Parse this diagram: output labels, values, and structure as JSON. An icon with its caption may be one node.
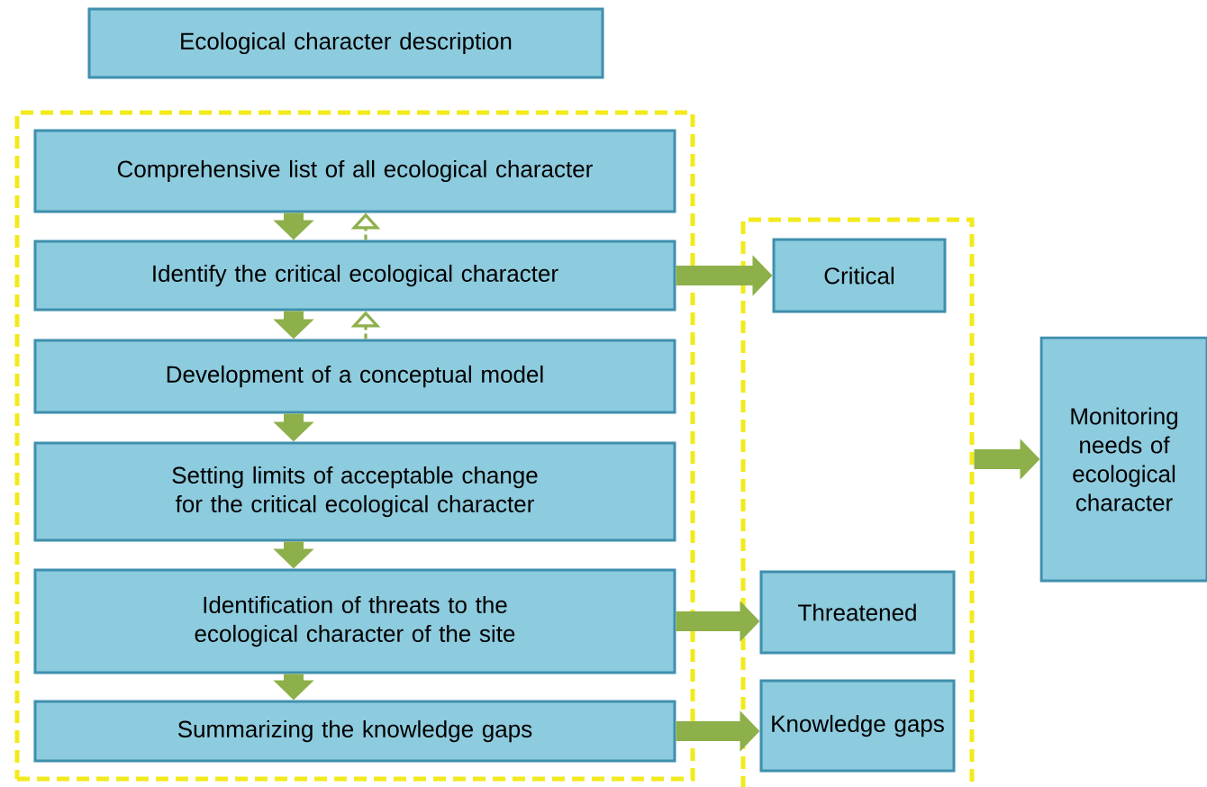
{
  "diagram": {
    "nodes": [
      {
        "text": [
          "Ecological character description"
        ]
      },
      {
        "text": [],
        "shape": "box"
      },
      {
        "text": [
          "Comprehensive list of all ecological character"
        ],
        "in": 1
      },
      {
        "text": [
          "Identify the critical ecological character"
        ],
        "in": 1
      },
      {
        "text": [
          "Development of a conceptual model"
        ],
        "in": 1
      },
      {
        "text": [
          "Setting limits of acceptable change for the critical ecological character"
        ],
        "in": 1
      },
      {
        "text": [
          "Identification of threats to the ecological character of the site"
        ],
        "in": 1
      },
      {
        "text": [
          "Summarizing the knowledge gaps"
        ],
        "in": 1
      },
      {
        "text": [],
        "shape": "box"
      },
      {
        "text": [
          "Critical"
        ],
        "in": 8
      },
      {
        "text": [
          "Threatened"
        ],
        "in": 8
      },
      {
        "text": [
          "Knowledge gaps"
        ],
        "in": 8
      },
      {
        "text": [
          "Monitoring needs of ecological character"
        ]
      }
    ],
    "edges": [
      {
        "from": 2,
        "to": 3,
        "arrow": "to"
      },
      {
        "from": 3,
        "to": 2,
        "arrow": "to",
        "style": "dashed"
      },
      {
        "from": 3,
        "to": 4,
        "arrow": "to"
      },
      {
        "from": 4,
        "to": 3,
        "arrow": "to",
        "style": "dashed"
      },
      {
        "from": 4,
        "to": 5,
        "arrow": "to"
      },
      {
        "from": 5,
        "to": 6,
        "arrow": "to"
      },
      {
        "from": 6,
        "to": 7,
        "arrow": "to"
      },
      {
        "from": 3,
        "to": 9,
        "arrow": "to"
      },
      {
        "from": 6,
        "to": 10,
        "arrow": "to"
      },
      {
        "from": 7,
        "to": 11,
        "arrow": "to"
      },
      {
        "from": 8,
        "to": 12,
        "arrow": "to"
      }
    ]
  }
}
